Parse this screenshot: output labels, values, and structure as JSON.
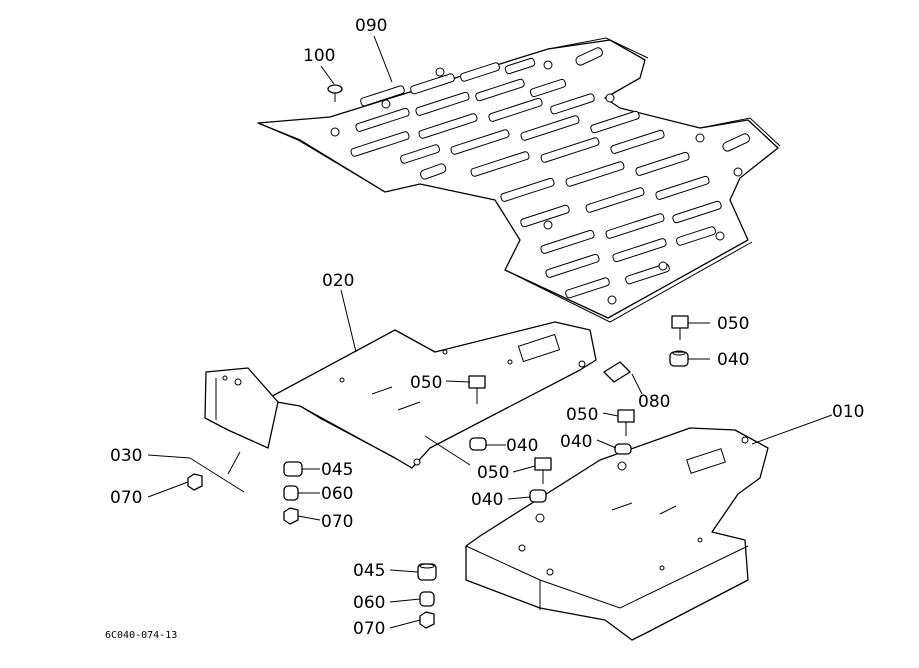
{
  "labels": {
    "p090": "090",
    "p100": "100",
    "p020": "020",
    "p010": "010",
    "p050": "050",
    "p040": "040",
    "p080": "080",
    "p030": "030",
    "p045": "045",
    "p060": "060",
    "p070": "070"
  },
  "drawing_ref": "6C040-074-13"
}
